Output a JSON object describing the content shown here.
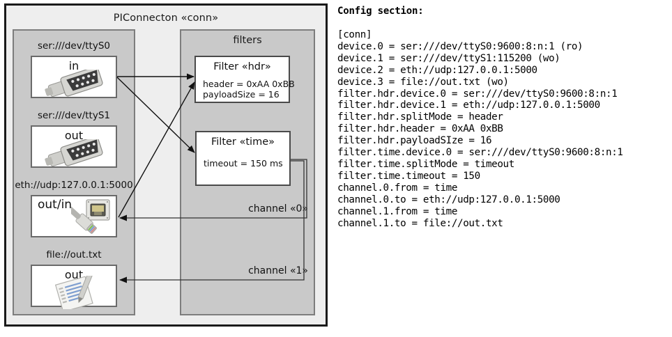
{
  "diagram": {
    "outer": {
      "title": "PIConnecton «conn»"
    },
    "devices_panel": {
      "title": "",
      "items": [
        {
          "label": "ser:///dev/ttyS0",
          "direction": "in",
          "icon": "serial-port-icon"
        },
        {
          "label": "ser:///dev/ttyS1",
          "direction": "out",
          "icon": "serial-port-icon"
        },
        {
          "label": "eth://udp:127.0.0.1:5000",
          "direction": "out/in",
          "icon": "ethernet-plug-icon"
        },
        {
          "label": "file://out.txt",
          "direction": "out",
          "icon": "text-file-icon"
        }
      ]
    },
    "filters_panel": {
      "title": "filters",
      "filters": [
        {
          "title": "Filter «hdr»",
          "attrs": [
            "header = 0xAA 0xBB",
            "payloadSize = 16"
          ]
        },
        {
          "title": "Filter «time»",
          "attrs": [
            "timeout = 150 ms"
          ]
        }
      ]
    },
    "channels": [
      {
        "label": "channel «0»"
      },
      {
        "label": "channel «1»"
      }
    ]
  },
  "config": {
    "heading": "Config section:",
    "text": "[conn]\ndevice.0 = ser:///dev/ttyS0:9600:8:n:1 (ro)\ndevice.1 = ser:///dev/ttyS1:115200 (wo)\ndevice.2 = eth://udp:127.0.0.1:5000\ndevice.3 = file://out.txt (wo)\nfilter.hdr.device.0 = ser:///dev/ttyS0:9600:8:n:1\nfilter.hdr.device.1 = eth://udp:127.0.0.1:5000\nfilter.hdr.splitMode = header\nfilter.hdr.header = 0xAA 0xBB\nfilter.hdr.payloadSIze = 16\nfilter.time.device.0 = ser:///dev/ttyS0:9600:8:n:1\nfilter.time.splitMode = timeout\nfilter.time.timeout = 150\nchannel.0.from = time\nchannel.0.to = eth://udp:127.0.0.1:5000\nchannel.1.from = time\nchannel.1.to = file://out.txt"
  },
  "colors": {
    "page_bg": "#ffffff",
    "outer_bg": "#eeeeee",
    "panel_bg": "#c9c9c9",
    "box_bg": "#ffffff",
    "outline": "#1a1a1a"
  }
}
